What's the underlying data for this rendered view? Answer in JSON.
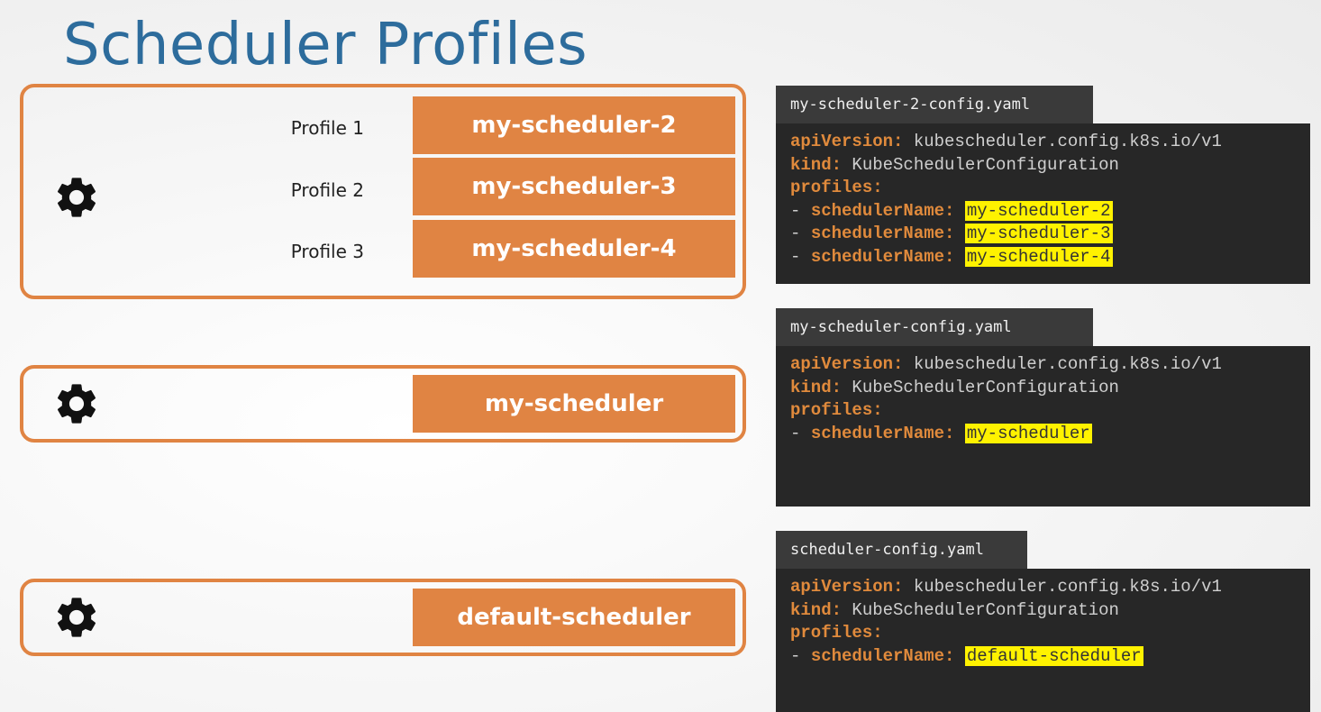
{
  "title": "Scheduler Profiles",
  "colors": {
    "title": "#2d6c9c",
    "accent_orange": "#e08443",
    "code_bg": "#272727",
    "code_key": "#e08a3c",
    "highlight": "#fff200"
  },
  "groups": [
    {
      "icon": "gear-icon",
      "profiles": [
        {
          "label": "Profile 1",
          "scheduler": "my-scheduler-2"
        },
        {
          "label": "Profile 2",
          "scheduler": "my-scheduler-3"
        },
        {
          "label": "Profile 3",
          "scheduler": "my-scheduler-4"
        }
      ]
    },
    {
      "icon": "gear-icon",
      "profiles": [
        {
          "label": "",
          "scheduler": "my-scheduler"
        }
      ]
    },
    {
      "icon": "gear-icon",
      "profiles": [
        {
          "label": "",
          "scheduler": "default-scheduler"
        }
      ]
    }
  ],
  "configs": [
    {
      "filename": "my-scheduler-2-config.yaml",
      "api_key": "apiVersion:",
      "api_value": "kubescheduler.config.k8s.io/v1",
      "kind_key": "kind:",
      "kind_value": "KubeSchedulerConfiguration",
      "profiles_key": "profiles:",
      "dash": "-",
      "scheduler_name_key": "schedulerName:",
      "scheduler_names": [
        "my-scheduler-2",
        "my-scheduler-3",
        "my-scheduler-4"
      ]
    },
    {
      "filename": "my-scheduler-config.yaml",
      "api_key": "apiVersion:",
      "api_value": "kubescheduler.config.k8s.io/v1",
      "kind_key": "kind:",
      "kind_value": "KubeSchedulerConfiguration",
      "profiles_key": "profiles:",
      "dash": "-",
      "scheduler_name_key": "schedulerName:",
      "scheduler_names": [
        "my-scheduler"
      ]
    },
    {
      "filename": "scheduler-config.yaml",
      "api_key": "apiVersion:",
      "api_value": "kubescheduler.config.k8s.io/v1",
      "kind_key": "kind:",
      "kind_value": "KubeSchedulerConfiguration",
      "profiles_key": "profiles:",
      "dash": "-",
      "scheduler_name_key": "schedulerName:",
      "scheduler_names": [
        "default-scheduler"
      ]
    }
  ]
}
